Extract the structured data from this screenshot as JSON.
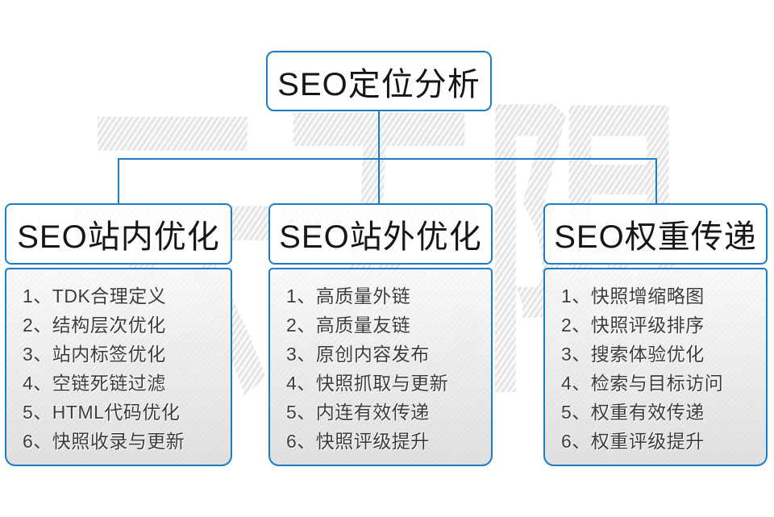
{
  "watermark": {
    "text": "云无限"
  },
  "root": {
    "title": "SEO定位分析"
  },
  "branches": [
    {
      "title": "SEO站内优化",
      "items": [
        "1、TDK合理定义",
        "2、结构层次优化",
        "3、站内标签优化",
        "4、空链死链过滤",
        "5、HTML代码优化",
        "6、快照收录与更新"
      ]
    },
    {
      "title": "SEO站外优化",
      "items": [
        "1、高质量外链",
        "2、高质量友链",
        "3、原创内容发布",
        "4、快照抓取与更新",
        "5、内连有效传递",
        "6、快照评级提升"
      ]
    },
    {
      "title": "SEO权重传递",
      "items": [
        "1、快照增缩略图",
        "2、快照评级排序",
        "3、搜索体验优化",
        "4、检索与目标访问",
        "5、权重有效传递",
        "6、权重评级提升"
      ]
    }
  ],
  "colors": {
    "accent_blue": "#1c7dc4",
    "watermark_gray": "#ebebeb",
    "item_text": "#3c3c3c",
    "title_text": "#161616",
    "panel_gradient_top": "#f9fafb",
    "panel_gradient_bottom": "#dedfe1"
  }
}
